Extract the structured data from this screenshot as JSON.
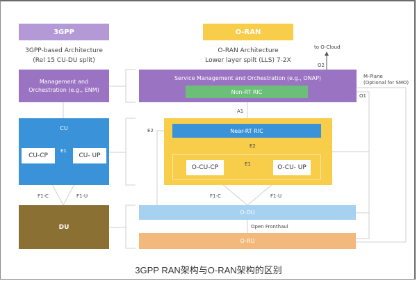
{
  "colors": {
    "3gpp_header": "#b39ad6",
    "oran_header": "#f7cd4a",
    "mgmt_purple": "#9b73c3",
    "non_rt_green": "#6cbf78",
    "cu_blue": "#3a92d8",
    "du_olive": "#8b7033",
    "oran_yellow": "#f7cd4a",
    "near_rt_blue": "#3a92d8",
    "odu_lightblue": "#a6d1f0",
    "oru_orange": "#f3b97c"
  },
  "left": {
    "header": "3GPP",
    "subtitle_line1": "3GPP-based Architecture",
    "subtitle_line2": "(Rel 15 CU-DU split)",
    "mgmt_line1": "Management and",
    "mgmt_line2": "Orchestration (e.g., ENM)",
    "cu": "CU",
    "cu_cp": "CU-CP",
    "cu_up": "CU- UP",
    "e1": "E1",
    "f1c": "F1-C",
    "f1u": "F1-U",
    "du": "DU"
  },
  "right": {
    "header": "O-RAN",
    "subtitle_line1": "O-RAN Architecture",
    "subtitle_line2": "Lower layer spilt (LLS) 7-2X",
    "smo": "Service Management and Orchestration (e.g., ONAP)",
    "non_rt_ric": "Non-RT RIC",
    "a1": "A1",
    "near_rt_ric": "Near-RT RIC",
    "e2_inner": "E2",
    "e2_outer": "E2",
    "o_cu_cp": "O-CU-CP",
    "o_cu_up": "O-CU- UP",
    "e1": "E1",
    "f1c": "F1-C",
    "f1u": "F1-U",
    "o_du": "O-DU",
    "open_fronthaul": "Open Fronthaul",
    "o_ru": "O-RU",
    "to_o_cloud": "to O-Cloud",
    "o2": "O2",
    "o1": "O1",
    "m_plane_line1": "M-Plane",
    "m_plane_line2": "(Optional for SMO)"
  },
  "caption": "3GPP RAN架构与O-RAN架构的区别"
}
